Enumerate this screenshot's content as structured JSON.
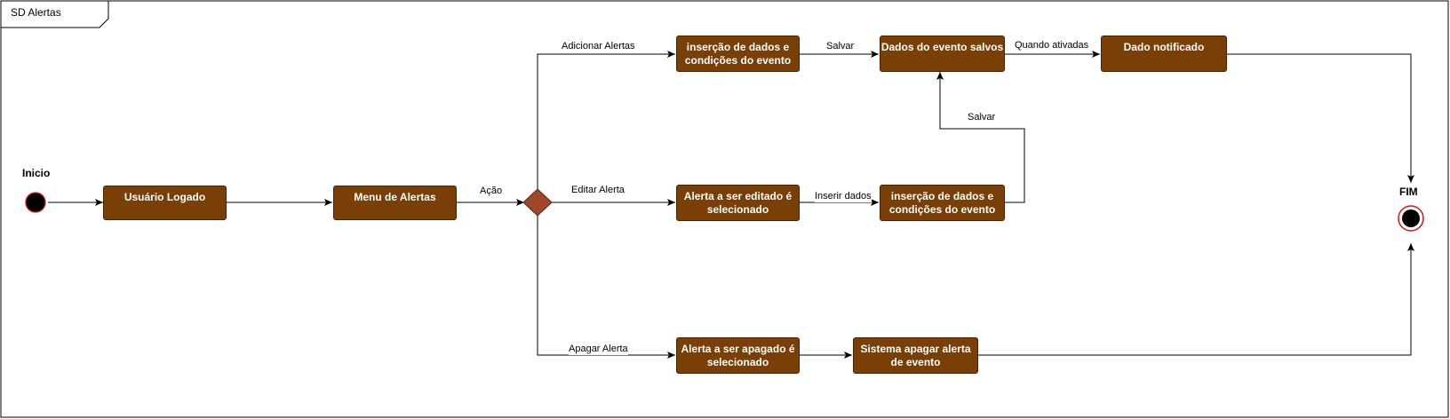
{
  "frame": {
    "title": "SD Alertas"
  },
  "start": {
    "label": "Inicio"
  },
  "end": {
    "label": "FIM"
  },
  "nodes": {
    "usuario_logado": "Usuário Logado",
    "menu_alertas": "Menu de Alertas",
    "insercao_add": "inserção de dados  e\ncondições do evento",
    "dados_salvos": "Dados do evento salvos",
    "dado_notificado": "Dado notificado",
    "alerta_editado": "Alerta a ser editado é\nselecionado",
    "insercao_edit": "inserção de dados  e\ncondições do evento",
    "alerta_apagado": "Alerta a ser apagado é\nselecionado",
    "sistema_apagar": "Sistema apagar alerta\nde evento"
  },
  "edges": {
    "acao": "Ação",
    "adicionar": "Adicionar Alertas",
    "editar": "Editar Alerta",
    "apagar": "Apagar Alerta",
    "salvar1": "Salvar",
    "quando_ativadas": "Quando ativadas",
    "inserir_dados": "Inserir dados",
    "salvar2": "Salvar"
  },
  "colors": {
    "action_fill": "#7a3f06",
    "decision_fill": "#a0472a",
    "end_ring": "#e01010"
  }
}
